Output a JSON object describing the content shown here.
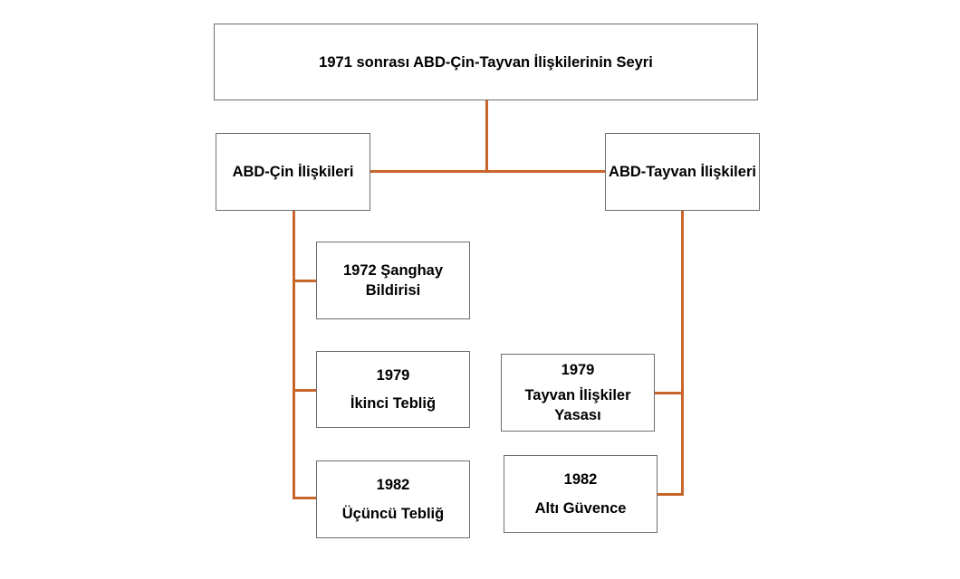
{
  "title": "1971 sonrası ABD-Çin-Tayvan İlişkilerinin Seyri",
  "left_branch": {
    "label": "ABD-Çin İlişkileri",
    "items": [
      {
        "line1": "1972 Şanghay",
        "line2": "Bildirisi"
      },
      {
        "line1": "1979",
        "line2": "İkinci Tebliğ"
      },
      {
        "line1": "1982",
        "line2": "Üçüncü Tebliğ"
      }
    ]
  },
  "right_branch": {
    "label": "ABD-Tayvan İlişkileri",
    "items": [
      {
        "line1": "1979",
        "line2": "Tayvan İlişkiler",
        "line3": "Yasası"
      },
      {
        "line1": "1982",
        "line2": "Altı Güvence"
      }
    ]
  },
  "colors": {
    "connector": "#c8652a",
    "border": "#6e6e6e"
  }
}
